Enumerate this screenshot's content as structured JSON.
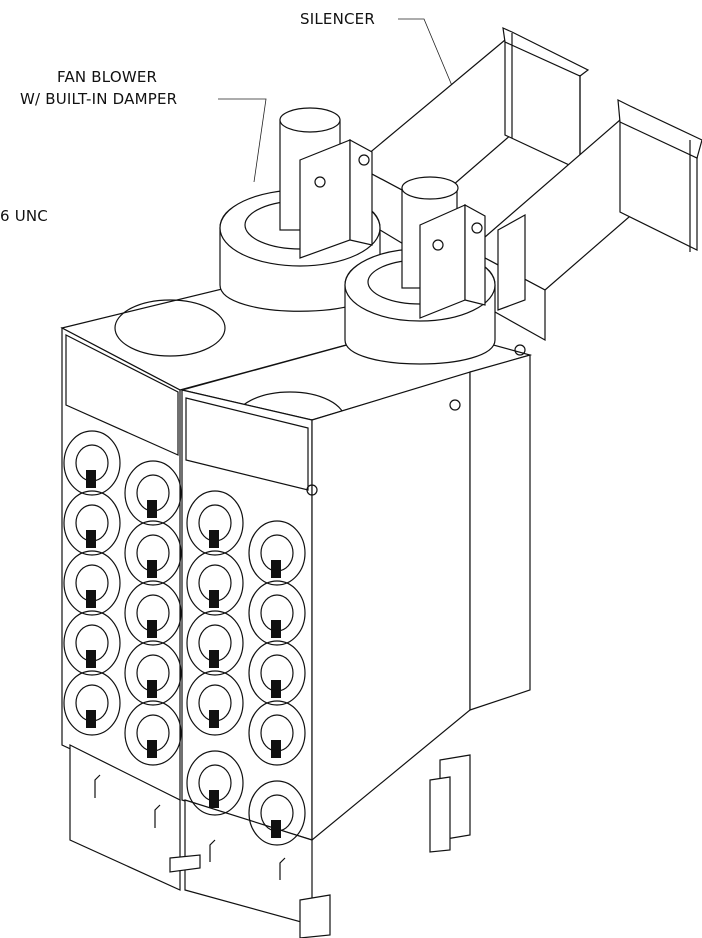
{
  "labels": {
    "silencer": "SILENCER",
    "fan_blower_line1": "FAN BLOWER",
    "fan_blower_line2": "W/ BUILT-IN DAMPER",
    "unc": "6 UNC"
  }
}
